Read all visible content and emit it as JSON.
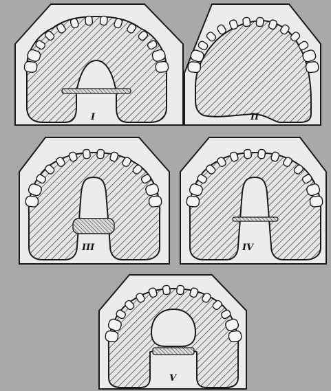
{
  "figure": {
    "panels": [
      {
        "id": "I",
        "label": "I",
        "variant": "horseshoe",
        "teeth": 14
      },
      {
        "id": "II",
        "label": "II",
        "variant": "full",
        "teeth": 14
      },
      {
        "id": "III",
        "label": "III",
        "variant": "open",
        "teeth": 14
      },
      {
        "id": "IV",
        "label": "IV",
        "variant": "open-bar",
        "teeth": 14
      },
      {
        "id": "V",
        "label": "V",
        "variant": "ring",
        "teeth": 14
      }
    ]
  },
  "colors": {
    "background": "#a9a9a9",
    "panel_fill": "#ececec",
    "ink": "#1a1a1a",
    "hatch": "#2a2a2a"
  }
}
